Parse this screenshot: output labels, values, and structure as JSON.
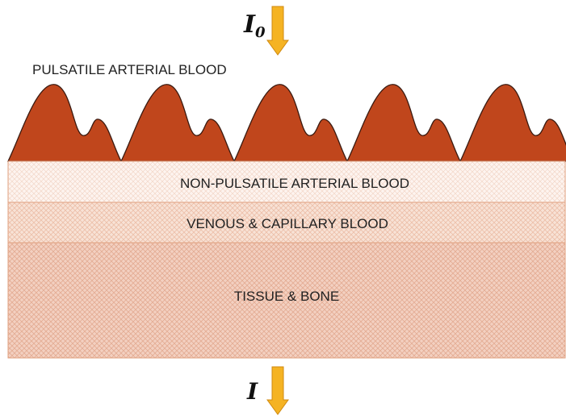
{
  "incident_intensity": {
    "symbol": "I",
    "subscript": "0"
  },
  "transmitted_intensity": {
    "symbol": "I"
  },
  "layers": {
    "pulsatile": "PULSATILE ARTERIAL BLOOD",
    "non_pulsatile": "NON-PULSATILE ARTERIAL BLOOD",
    "venous": "VENOUS & CAPILLARY BLOOD",
    "tissue": "TISSUE & BONE"
  },
  "colors": {
    "pulse_fill": "#c0461c",
    "pulse_stroke": "#3a1a10",
    "arrow_fill": "#f5b323",
    "arrow_stroke": "#d08a10",
    "non_pulsatile_bg": "#fdf3ee",
    "venous_bg": "#f8e0d2",
    "tissue_bg": "#f3cfc0",
    "layer_border": "#e0a07f"
  }
}
